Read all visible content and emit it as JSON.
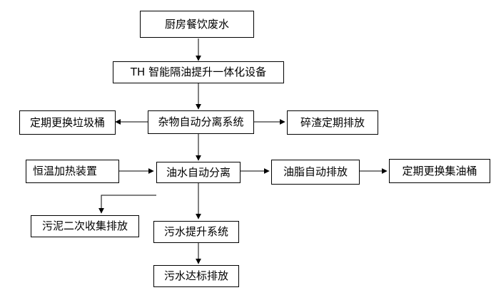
{
  "diagram": {
    "nodes": [
      {
        "id": "n1",
        "label": "厨房餐饮废水"
      },
      {
        "id": "n2",
        "label": "TH 智能隔油提升一体化设备"
      },
      {
        "id": "n3",
        "label": "定期更换垃圾桶"
      },
      {
        "id": "n4",
        "label": "杂物自动分离系统"
      },
      {
        "id": "n5",
        "label": "碎渣定期排放"
      },
      {
        "id": "n6",
        "label": "恒温加热装置"
      },
      {
        "id": "n7",
        "label": "油水自动分离"
      },
      {
        "id": "n8",
        "label": "油脂自动排放"
      },
      {
        "id": "n9",
        "label": "定期更换集油桶"
      },
      {
        "id": "n10",
        "label": "污泥二次收集排放"
      },
      {
        "id": "n11",
        "label": "污水提升系统"
      },
      {
        "id": "n12",
        "label": "污水达标排放"
      }
    ],
    "edges": [
      {
        "from": "n1",
        "to": "n2"
      },
      {
        "from": "n2",
        "to": "n4"
      },
      {
        "from": "n4",
        "to": "n3"
      },
      {
        "from": "n4",
        "to": "n5"
      },
      {
        "from": "n4",
        "to": "n7"
      },
      {
        "from": "n6",
        "to": "n7"
      },
      {
        "from": "n7",
        "to": "n8"
      },
      {
        "from": "n8",
        "to": "n9"
      },
      {
        "from": "n7",
        "to": "n10"
      },
      {
        "from": "n7",
        "to": "n11"
      },
      {
        "from": "n11",
        "to": "n12"
      }
    ]
  }
}
